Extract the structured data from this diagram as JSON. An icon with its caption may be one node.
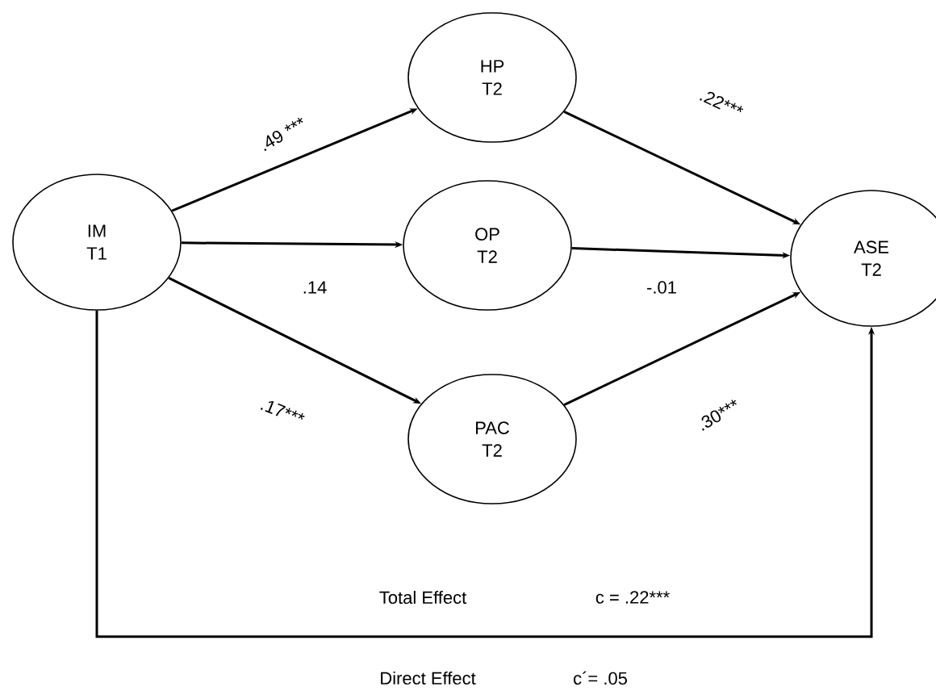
{
  "diagram": {
    "nodes": [
      {
        "text": [
          "IM T1"
        ]
      },
      {
        "text": [
          "HP T2"
        ]
      },
      {
        "text": [
          "OP T2"
        ]
      },
      {
        "text": [
          "PAC T2"
        ]
      },
      {
        "text": [
          "ASE T2"
        ]
      }
    ],
    "edges": [
      {
        "from": 0,
        "to": 1,
        "arrow": "to",
        "label": ".49 ***"
      },
      {
        "from": 0,
        "to": 2,
        "arrow": "to",
        "label": ".14"
      },
      {
        "from": 0,
        "to": 3,
        "arrow": "to",
        "label": ".17***"
      },
      {
        "from": 1,
        "to": 4,
        "arrow": "to",
        "label": ".22***"
      },
      {
        "from": 2,
        "to": 4,
        "arrow": "to",
        "label": "-.01"
      },
      {
        "from": 3,
        "to": 4,
        "arrow": "to",
        "label": ".30***"
      },
      {
        "from": 0,
        "to": 4,
        "arrow": "to"
      }
    ],
    "labels": [
      "Total Effect",
      "c = .22***",
      "Direct Effect",
      "c´= .05"
    ]
  }
}
